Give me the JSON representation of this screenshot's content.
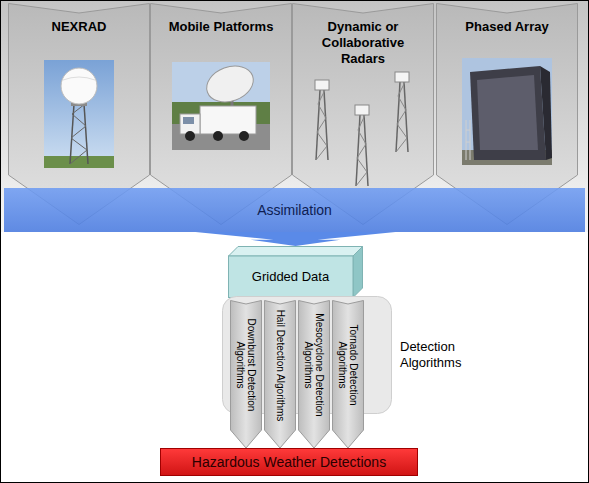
{
  "diagram": {
    "nodes": [
      {
        "text": [
          "NEXRAD"
        ]
      },
      {
        "text": [
          "Mobile Platforms"
        ]
      },
      {
        "text": [
          "Dynamic or Collaborative Radars"
        ]
      },
      {
        "text": [
          "Phased Array"
        ]
      },
      {
        "text": [
          "Assimilation"
        ]
      },
      {
        "text": [
          "Gridded Data"
        ]
      },
      {
        "text": [
          "Detection Algorithms"
        ]
      },
      {
        "text": [
          "Downburst Detection Algorithms"
        ],
        "in": 6
      },
      {
        "text": [
          "Hail Detection Algorithms"
        ],
        "in": 6
      },
      {
        "text": [
          "Mesocyclone Detection Algorithms"
        ],
        "in": 6
      },
      {
        "text": [
          "Tornado Detection Algorithms"
        ],
        "in": 6
      },
      {
        "text": [
          "Hazardous Weather Detections"
        ]
      }
    ],
    "edges": [
      {
        "from": 4,
        "to": 5,
        "arrow": "to"
      }
    ]
  }
}
